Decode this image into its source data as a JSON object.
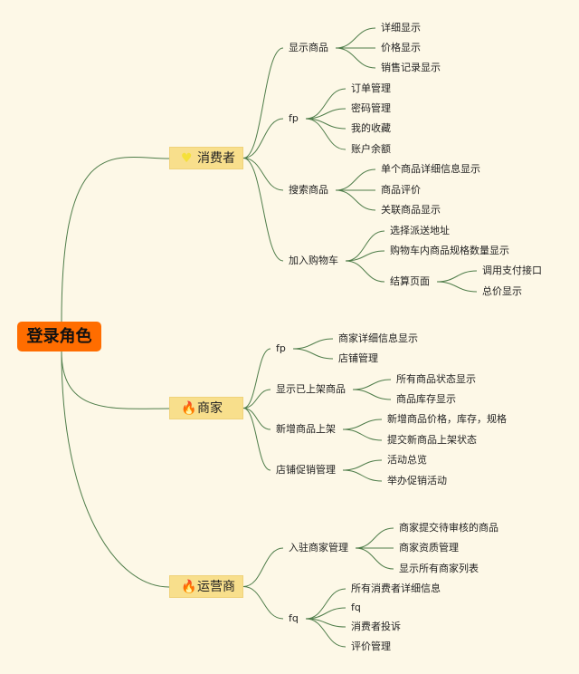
{
  "root": {
    "label": "登录角色"
  },
  "roles": [
    {
      "label": "消费者",
      "icon": "heart-icon",
      "icon_color": "#f5e03a",
      "children": [
        {
          "label": "显示商品",
          "children": [
            {
              "label": "详细显示"
            },
            {
              "label": "价格显示"
            },
            {
              "label": "销售记录显示"
            }
          ]
        },
        {
          "label": "fp",
          "children": [
            {
              "label": "订单管理"
            },
            {
              "label": "密码管理"
            },
            {
              "label": "我的收藏"
            },
            {
              "label": "账户余额"
            }
          ]
        },
        {
          "label": "搜索商品",
          "children": [
            {
              "label": "单个商品详细信息显示"
            },
            {
              "label": "商品评价"
            },
            {
              "label": "关联商品显示"
            }
          ]
        },
        {
          "label": "加入购物车",
          "children": [
            {
              "label": "选择派送地址"
            },
            {
              "label": "购物车内商品规格数量显示"
            },
            {
              "label": "结算页面",
              "children": [
                {
                  "label": "调用支付接口"
                },
                {
                  "label": "总价显示"
                }
              ]
            }
          ]
        }
      ]
    },
    {
      "label": "商家",
      "icon": "flame-icon",
      "icon_color": "#1e8fe0",
      "children": [
        {
          "label": "fp",
          "children": [
            {
              "label": "商家详细信息显示"
            },
            {
              "label": "店铺管理"
            }
          ]
        },
        {
          "label": "显示已上架商品",
          "children": [
            {
              "label": "所有商品状态显示"
            },
            {
              "label": "商品库存显示"
            }
          ]
        },
        {
          "label": "新增商品上架",
          "children": [
            {
              "label": "新增商品价格，库存，规格"
            },
            {
              "label": "提交新商品上架状态"
            }
          ]
        },
        {
          "label": "店铺促销管理",
          "children": [
            {
              "label": "活动总览"
            },
            {
              "label": "举办促销活动"
            }
          ]
        }
      ]
    },
    {
      "label": "运营商",
      "icon": "flame-icon",
      "icon_color": "#1e8fe0",
      "children": [
        {
          "label": "入驻商家管理",
          "children": [
            {
              "label": "商家提交待审核的商品"
            },
            {
              "label": "商家资质管理"
            },
            {
              "label": "显示所有商家列表"
            }
          ]
        },
        {
          "label": "fq",
          "children": [
            {
              "label": "所有消费者详细信息"
            },
            {
              "label": "fq"
            },
            {
              "label": "消费者投诉"
            },
            {
              "label": "评价管理"
            }
          ]
        }
      ]
    }
  ],
  "colors": {
    "background": "#fdf8e7",
    "root": "#ff6d00",
    "role": "#f8df8c",
    "edge": "#4f7d4a"
  }
}
